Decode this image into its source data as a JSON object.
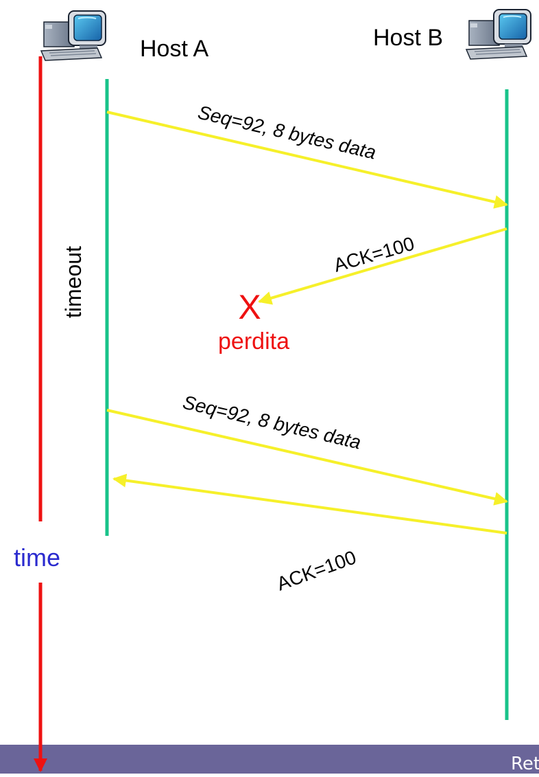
{
  "hosts": {
    "a_label": "Host A",
    "b_label": "Host B",
    "icon_name": "computer-icon"
  },
  "timeline": {
    "timeout_label": "timeout",
    "time_label": "time"
  },
  "messages": [
    {
      "label": "Seq=92, 8 bytes data",
      "direction": "A-to-B"
    },
    {
      "label": "ACK=100",
      "direction": "B-to-A",
      "lost": true
    },
    {
      "label": "Seq=92, 8 bytes data",
      "direction": "A-to-B"
    },
    {
      "label": "ACK=100",
      "direction": "B-to-A"
    }
  ],
  "loss": {
    "mark": "X",
    "label": "perdita"
  },
  "footer": {
    "text": "Reti"
  },
  "colors": {
    "host_line": "#19c38a",
    "message_arrow": "#f6f02a",
    "time_axis": "#ee1111",
    "loss": "#ee1111",
    "time_label": "#2b2bcf",
    "footer_bg": "#6a6599",
    "footer_text": "#ffffff"
  }
}
